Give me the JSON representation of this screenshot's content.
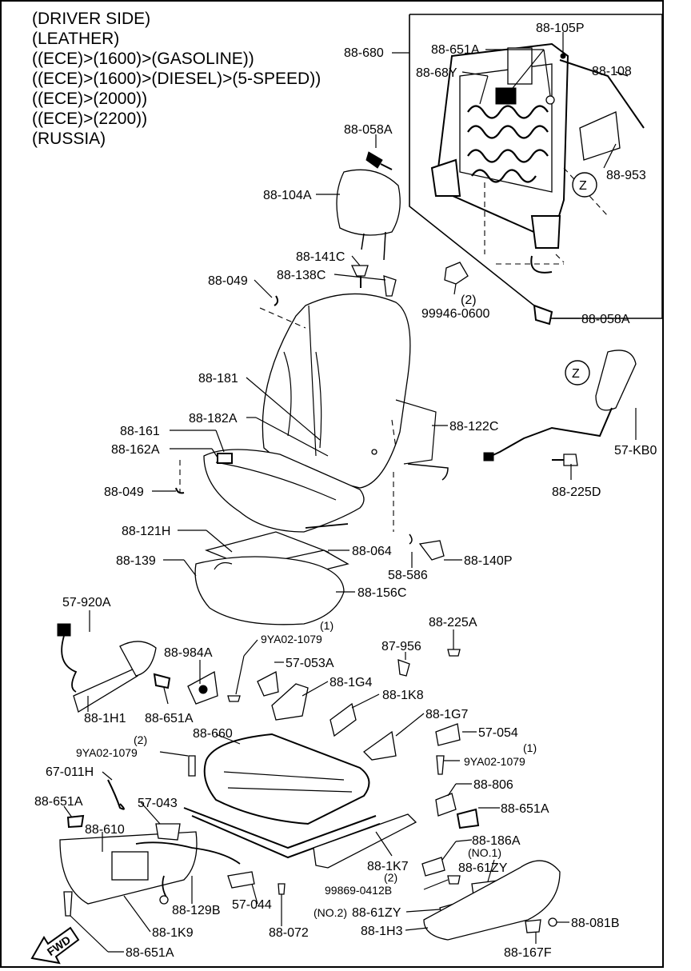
{
  "header": {
    "spec_lines": [
      "(DRIVER SIDE)",
      "(LEATHER)",
      "((ECE)>(1600)>(GASOLINE))",
      "((ECE)>(1600)>(DIESEL)>(5-SPEED))",
      "((ECE)>(2000))",
      "((ECE)>(2200))",
      "(RUSSIA)"
    ]
  },
  "callouts": {
    "c88_680": "88-680",
    "c88_651a_top": "88-651A",
    "c88_105p": "88-105P",
    "c88_68y": "88-68Y",
    "c88_108": "88-108",
    "c88_058a_top": "88-058A",
    "c88_953": "88-953",
    "z_top": "Z",
    "c88_104a": "88-104A",
    "c88_141c": "88-141C",
    "c88_049_top": "88-049",
    "c88_138c": "88-138C",
    "qty_2_top": "(2)",
    "c99946": "99946-0600",
    "c88_058a_bottom": "88-058A",
    "z_mid": "Z",
    "c88_181": "88-181",
    "c88_182a": "88-182A",
    "c88_122c": "88-122C",
    "c88_161": "88-161",
    "c88_162a": "88-162A",
    "c57_kb0": "57-KB0",
    "c88_225d": "88-225D",
    "c88_049_mid": "88-049",
    "c88_121h": "88-121H",
    "c88_064": "88-064",
    "c88_139": "88-139",
    "c88_140p": "88-140P",
    "c58_586": "58-586",
    "c88_156c": "88-156C",
    "c57_920a": "57-920A",
    "c88_225a": "88-225A",
    "qty_1_a": "(1)",
    "c9ya02_a": "9YA02-1079",
    "c88_984a": "88-984A",
    "c87_956": "87-956",
    "c57_053a": "57-053A",
    "c88_1g4": "88-1G4",
    "c88_1h1": "88-1H1",
    "c88_651a_mid": "88-651A",
    "c88_1k8": "88-1K8",
    "c88_660": "88-660",
    "c88_1g7": "88-1G7",
    "c57_054": "57-054",
    "qty_2_b": "(2)",
    "c9ya02_b": "9YA02-1079",
    "qty_1_b": "(1)",
    "c9ya02_c": "9YA02-1079",
    "c67_011h": "67-011H",
    "c88_806": "88-806",
    "c88_651a_left": "88-651A",
    "c57_043": "57-043",
    "c88_651a_right": "88-651A",
    "c88_610": "88-610",
    "c88_186a": "88-186A",
    "c88_1k7": "88-1K7",
    "no1": "(NO.1)",
    "c88_61zy_a": "88-61ZY",
    "qty_2_c": "(2)",
    "c99869": "99869-0412B",
    "c88_129b": "88-129B",
    "c57_044": "57-044",
    "no2": "(NO.2)",
    "c88_61zy_b": "88-61ZY",
    "c88_1k9": "88-1K9",
    "c88_072": "88-072",
    "c88_1h3": "88-1H3",
    "c88_081b": "88-081B",
    "fwd": "FWD",
    "c88_651a_bottom": "88-651A",
    "c88_167f": "88-167F"
  }
}
